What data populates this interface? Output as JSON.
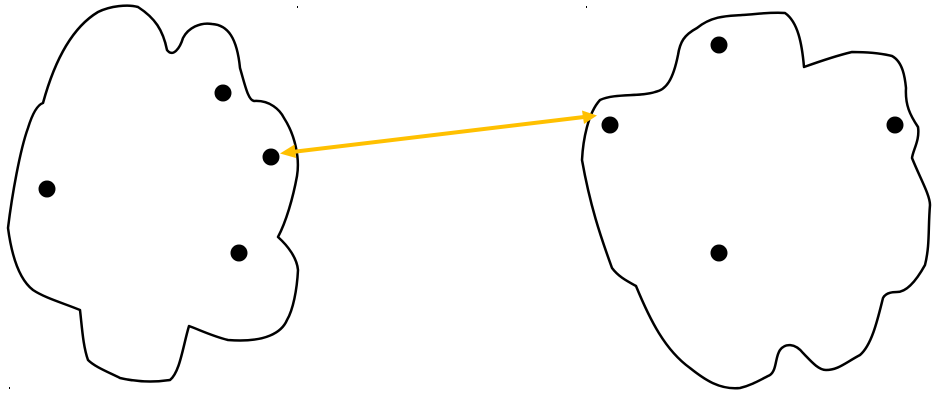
{
  "diagram": {
    "left_cluster": {
      "node_count": 4
    },
    "right_cluster": {
      "node_count": 4
    },
    "connector": {
      "style": "double-headed arrow",
      "color": "#ffc000"
    },
    "colors": {
      "outline": "#000000",
      "node": "#000000",
      "background": "#ffffff"
    }
  }
}
